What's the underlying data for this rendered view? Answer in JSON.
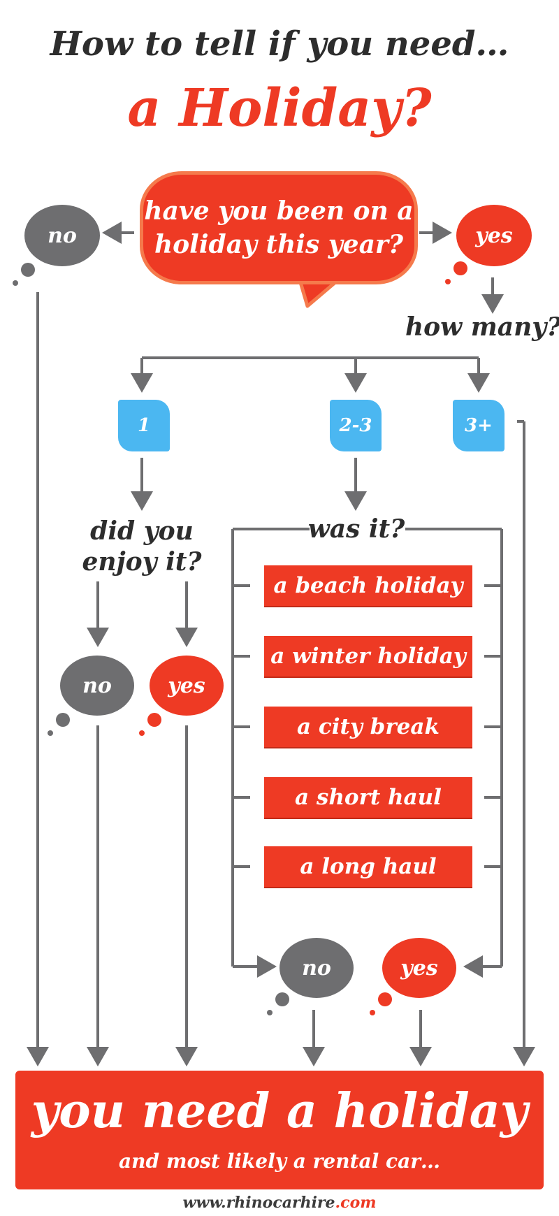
{
  "title": {
    "line1": "How to tell if you need…",
    "line2": "a Holiday?"
  },
  "start_question": "have you been on a\nholiday this year?",
  "start_answers": {
    "no": "no",
    "yes": "yes"
  },
  "how_many": {
    "question": "how many?",
    "options": [
      "1",
      "2-3",
      "3+"
    ]
  },
  "enjoy": {
    "question": "did you\nenjoy it?",
    "no": "no",
    "yes": "yes"
  },
  "was_it": {
    "question": "was it?",
    "options": [
      "a beach holiday",
      "a winter holiday",
      "a city break",
      "a short haul",
      "a long haul"
    ],
    "no": "no",
    "yes": "yes"
  },
  "result": {
    "main": "you need a holiday",
    "sub": "and most likely a rental car…"
  },
  "footer": {
    "prefix": "www.rhinocarhire",
    "suffix": ".com"
  },
  "colors": {
    "accent": "#ee3a24",
    "gray": "#6e6e70",
    "blue": "#4bb7f1",
    "line": "#6e6e70"
  }
}
